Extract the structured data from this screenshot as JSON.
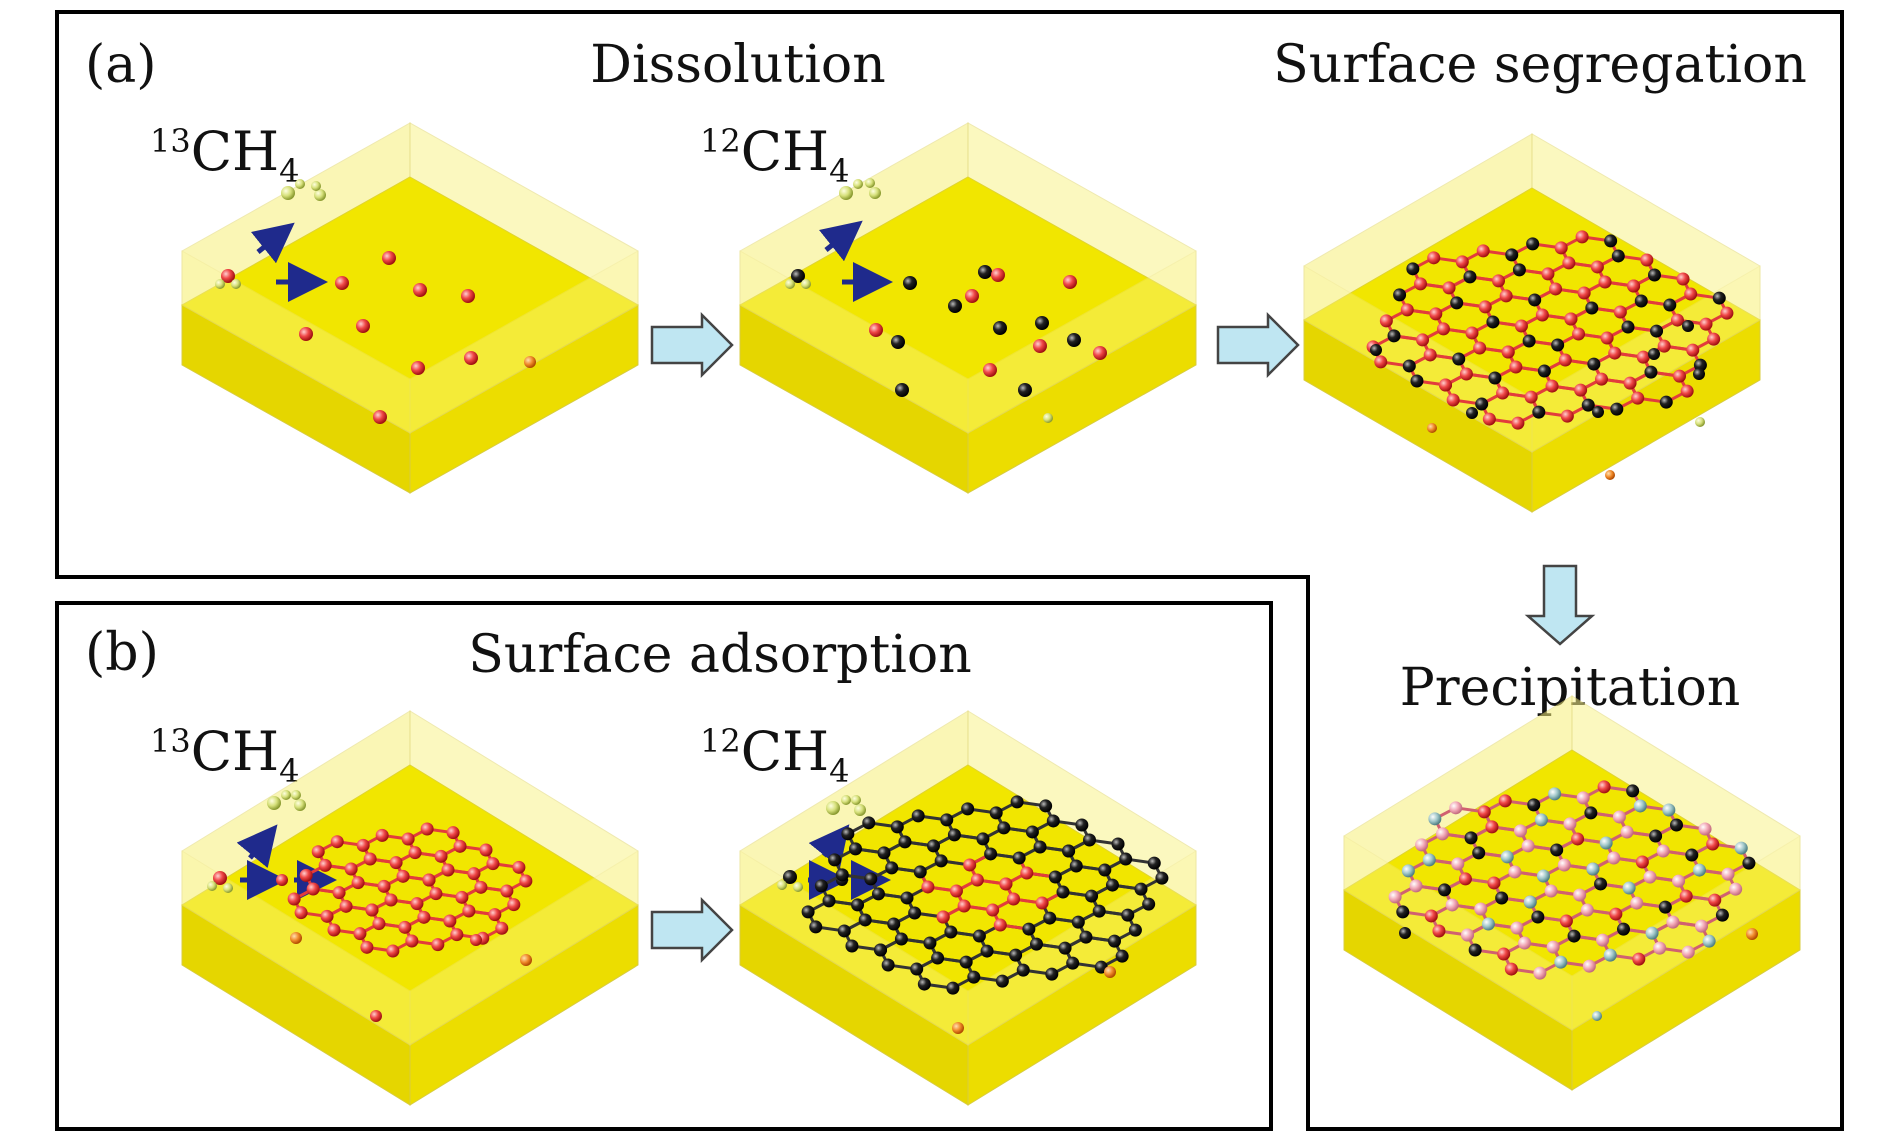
{
  "panel_a": {
    "tag": "(a)",
    "step1_title": "Dissolution",
    "step2_title": "Surface segregation",
    "step3_title": "Precipitation",
    "gas1": {
      "sup": "13",
      "base": "CH",
      "sub": "4"
    },
    "gas2": {
      "sup": "12",
      "base": "CH",
      "sub": "4"
    }
  },
  "panel_b": {
    "tag": "(b)",
    "title": "Surface adsorption",
    "gas1": {
      "sup": "13",
      "base": "CH",
      "sub": "4"
    },
    "gas2": {
      "sup": "12",
      "base": "CH",
      "sub": "4"
    }
  },
  "colors": {
    "substrate": "#f1e600",
    "substrate_dark": "#e7d800",
    "carbon13": "#f04848",
    "carbon12": "#1a1a1a",
    "bond13": "#e23c3c",
    "bond12": "#333333",
    "arrow_blue": "#1f2a8c",
    "process_arrow_fill": "#bfe6f2",
    "frame": "#000000"
  }
}
